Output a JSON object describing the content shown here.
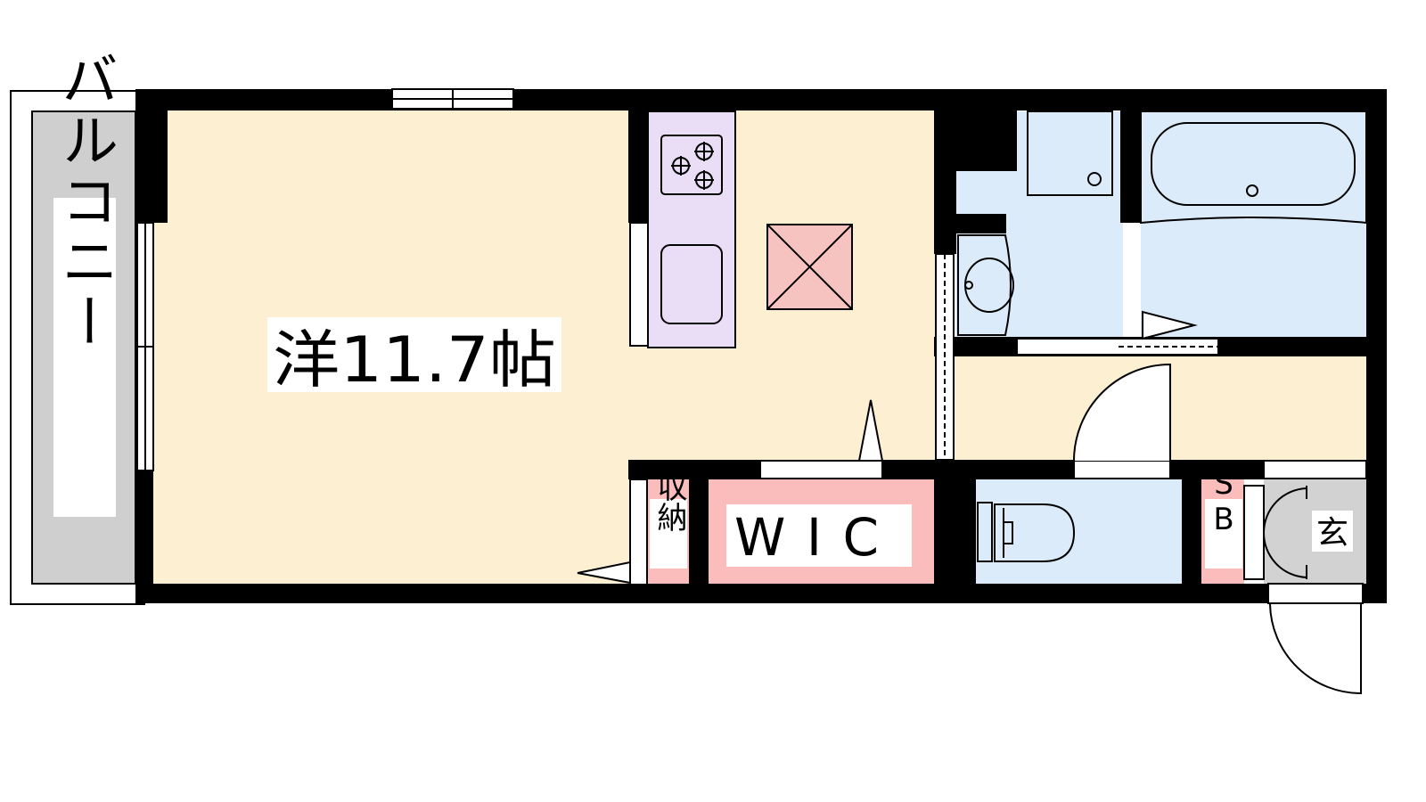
{
  "labels": {
    "balcony": "バルコニー",
    "main_room": "洋11.7帖",
    "wic": "WIC",
    "storage": "収納",
    "shoe_box": "SB",
    "entrance": "玄"
  },
  "colors": {
    "wall": "#000000",
    "room_floor": "#fdf0d2",
    "kitchen": "#e9def5",
    "wet_area": "#dcebf9",
    "closet": "#fbbcbc",
    "fridge": "#f6c3c0",
    "balcony_floor": "#cfcfcf",
    "entrance_floor": "#d2d2d2"
  }
}
